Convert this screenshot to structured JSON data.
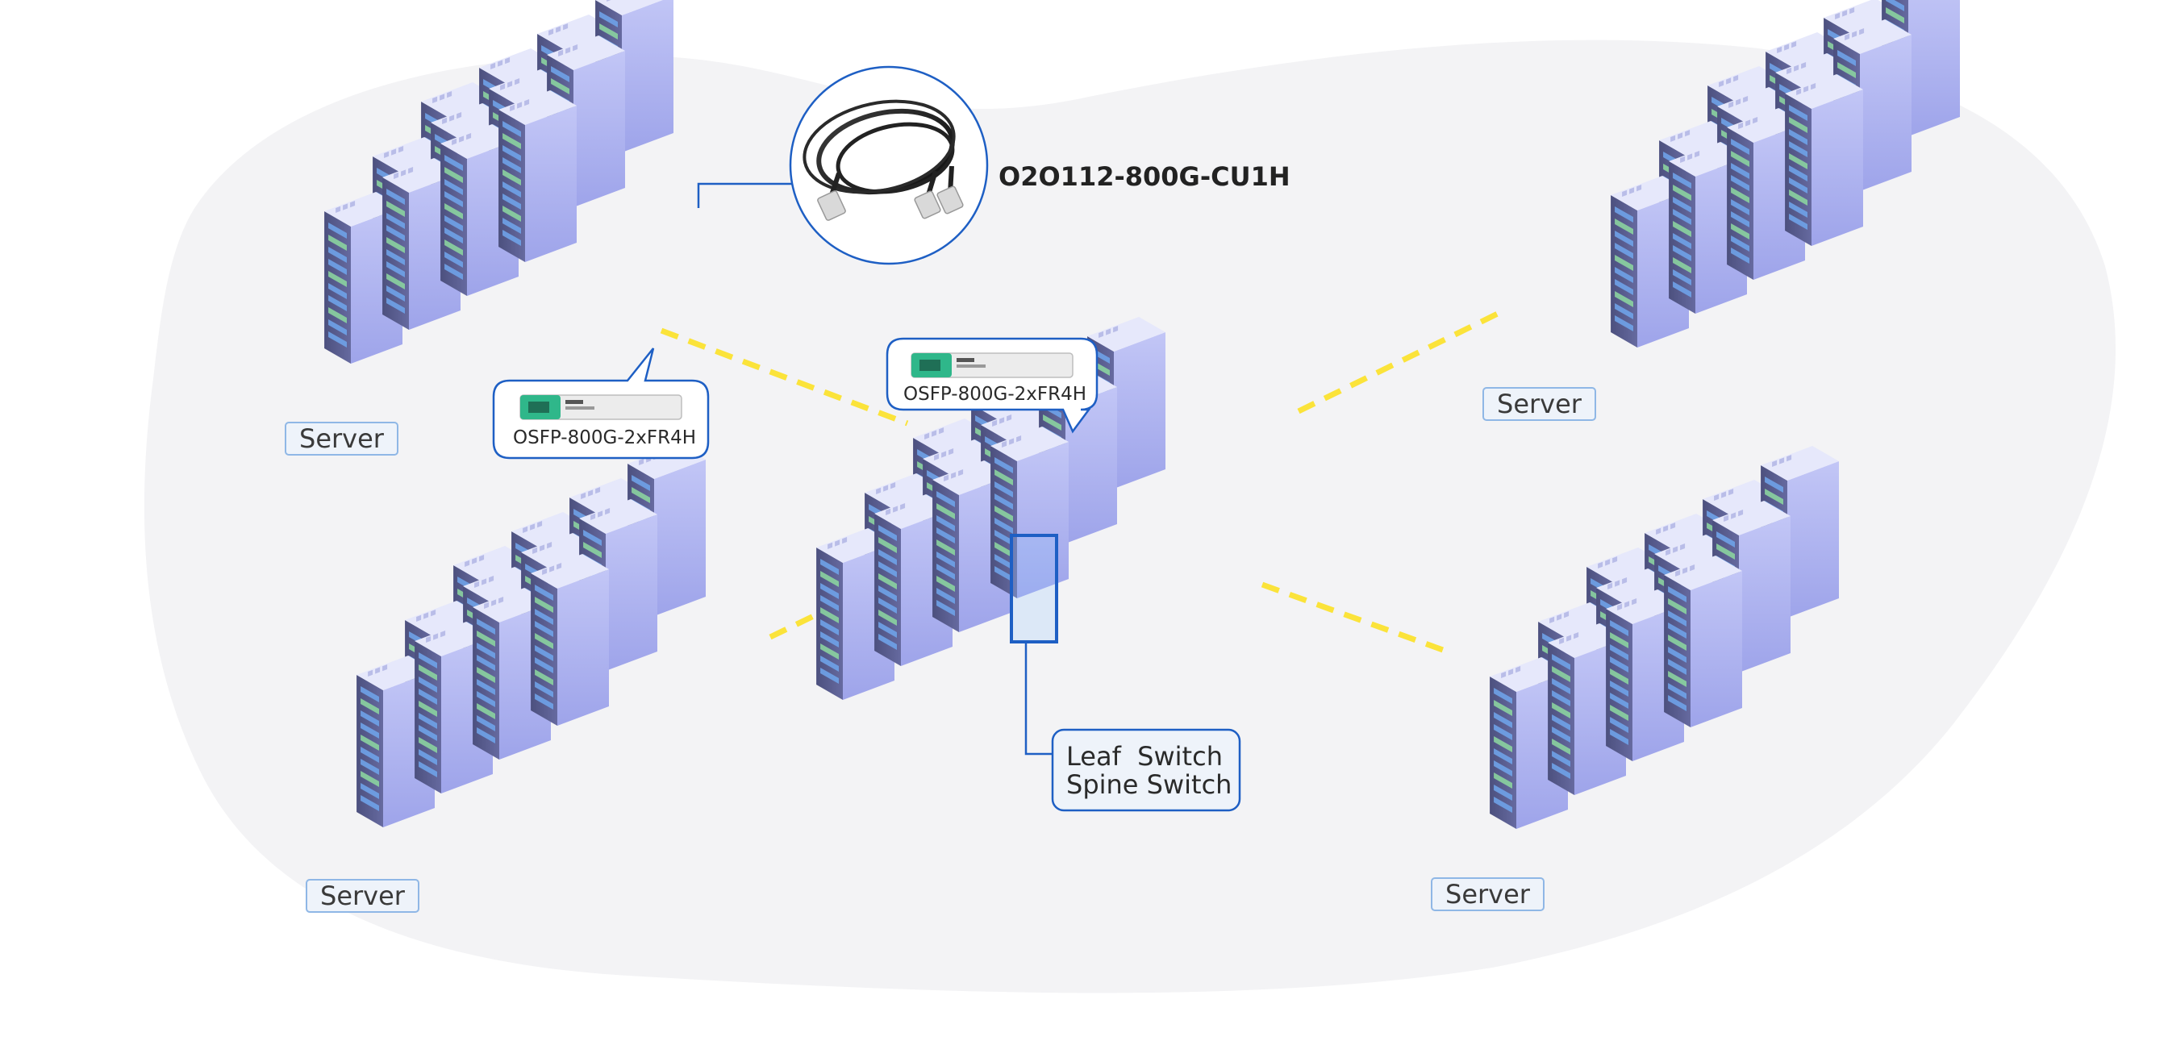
{
  "labels": {
    "server_top_left": "Server",
    "server_top_right": "Server",
    "server_bottom_left": "Server",
    "server_bottom_right": "Server",
    "leaf_switch": "Leaf  Switch",
    "spine_switch": "Spine Switch"
  },
  "modules": {
    "osfp_left": "OSFP-800G-2xFR4H",
    "osfp_center": "OSFP-800G-2xFR4H",
    "cable": "O2O112-800G-CU1H"
  },
  "colors": {
    "background_blob": "#f3f3f5",
    "rack_front": "#aab0f0",
    "rack_top": "#e6e8fb",
    "rack_side": "#565a8a",
    "slot": "#6fa2e8",
    "link_dashes": "#fbe33a",
    "accent_blue": "#1e5fc4",
    "module_green": "#2fb78a"
  }
}
